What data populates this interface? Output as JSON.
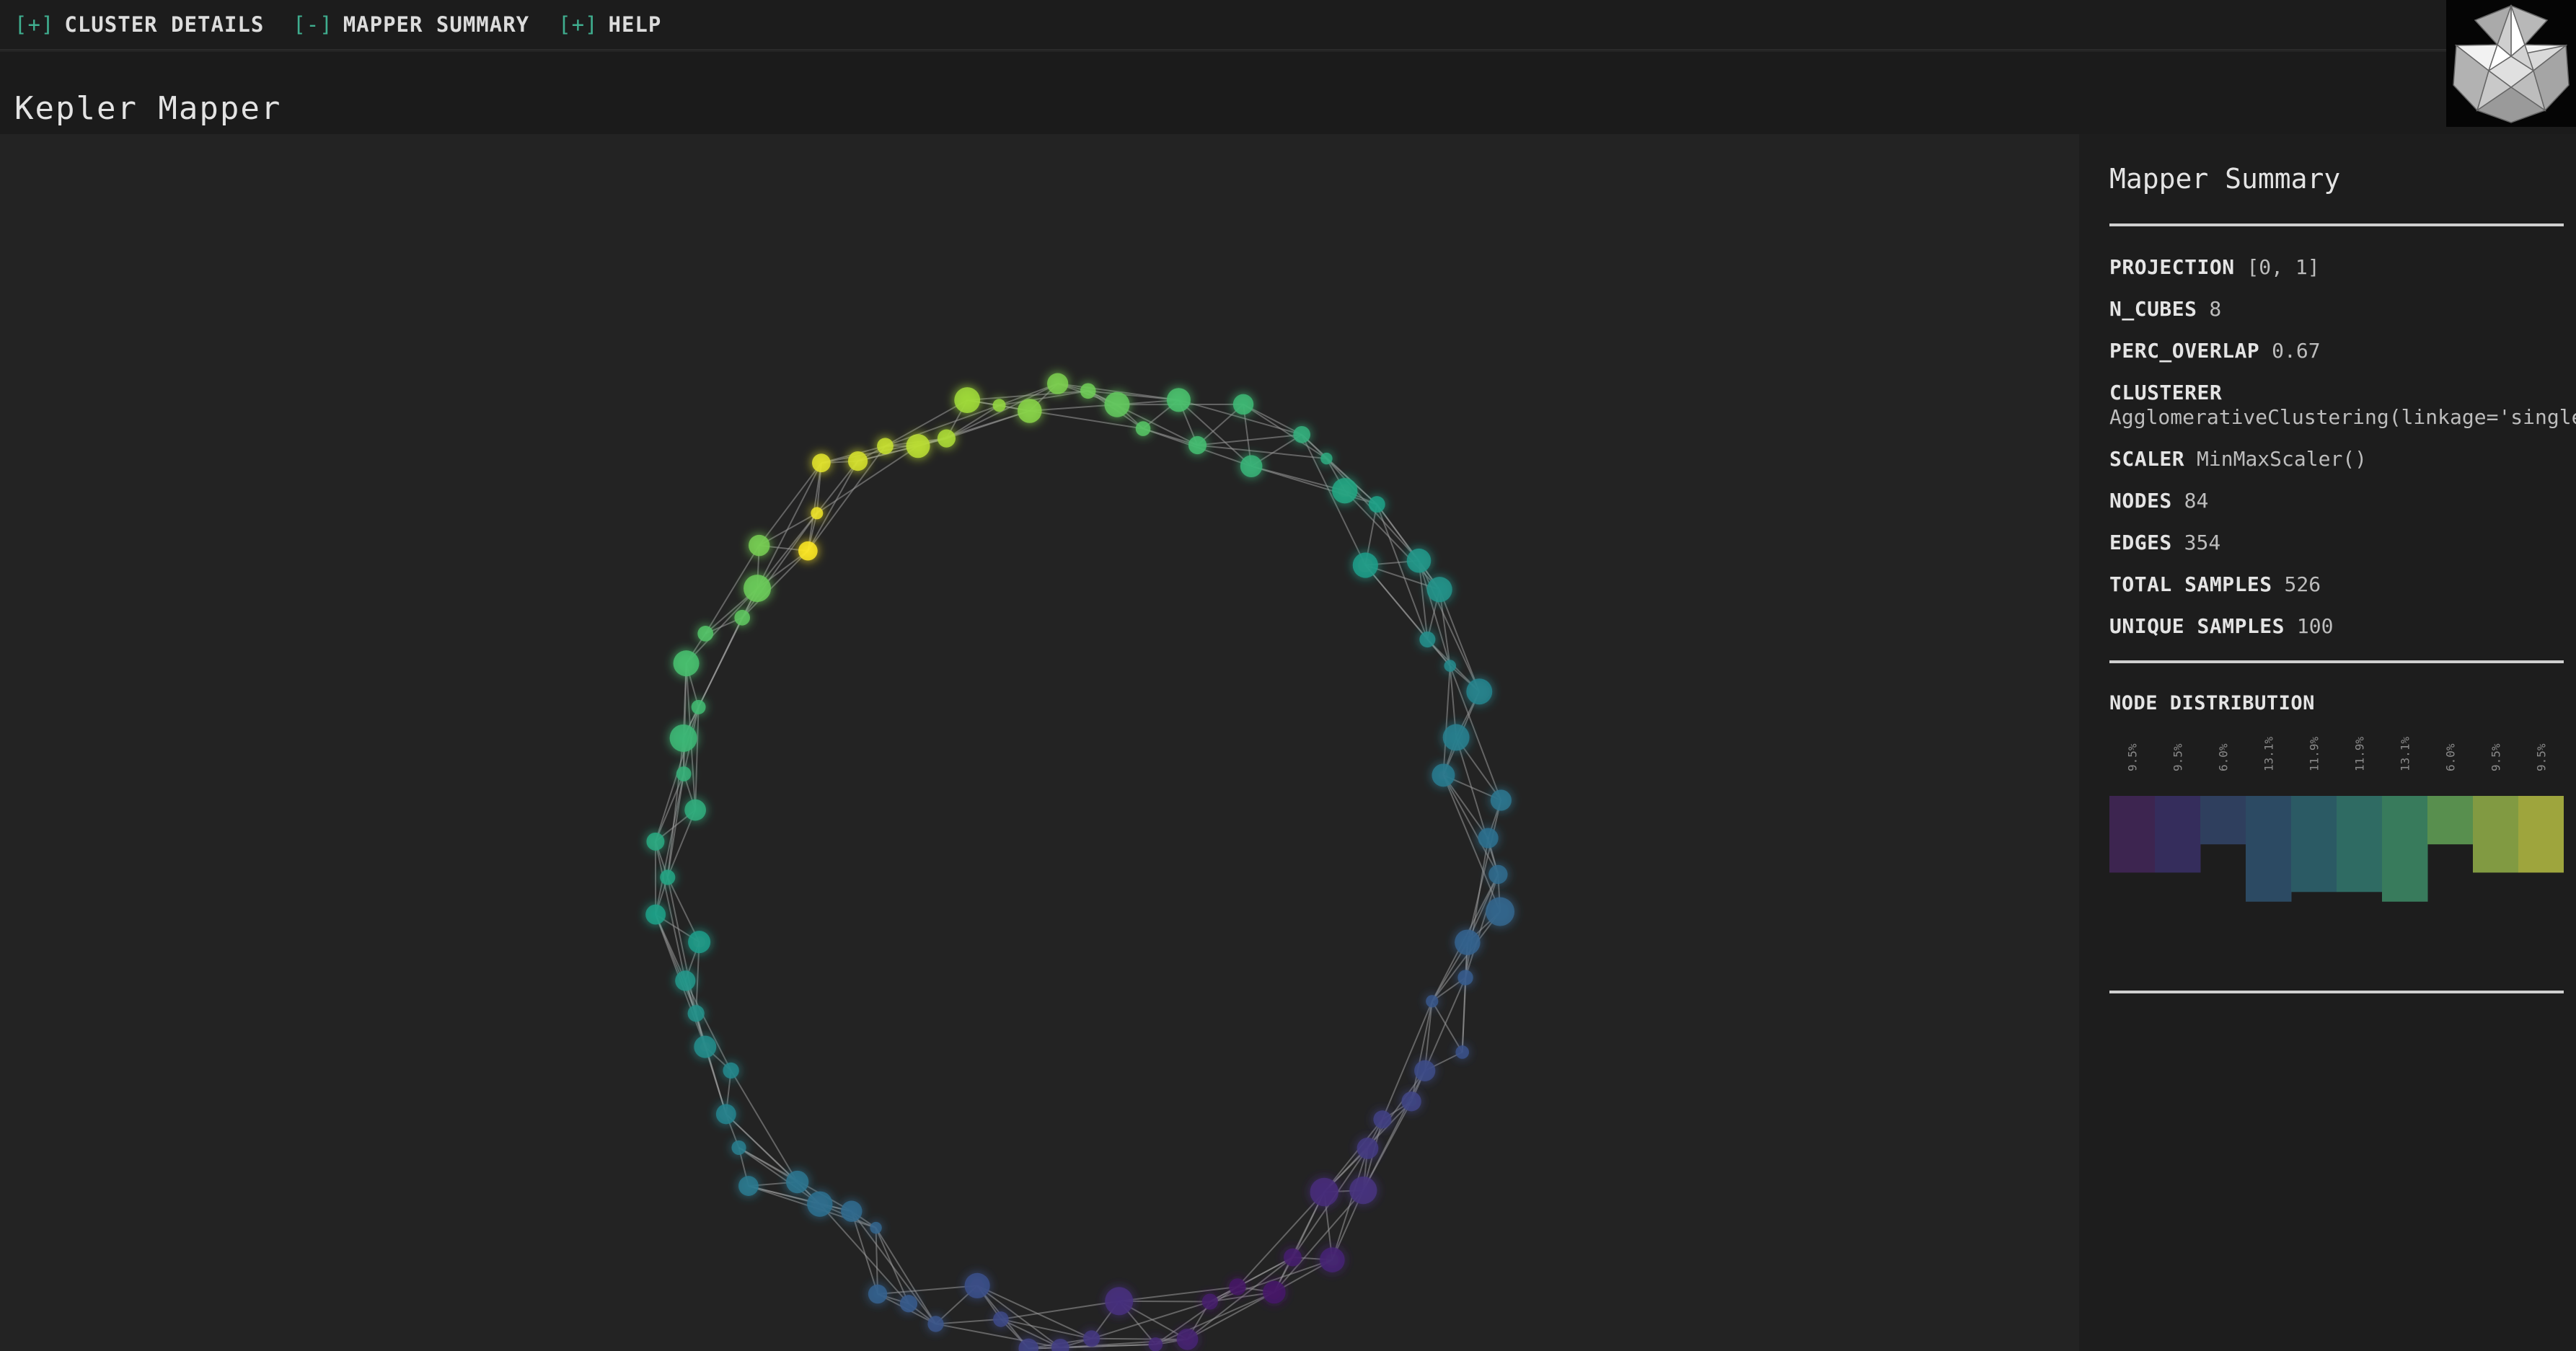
{
  "menu": {
    "items": [
      {
        "toggle": "[+]",
        "label": "CLUSTER DETAILS"
      },
      {
        "toggle": "[-]",
        "label": "MAPPER SUMMARY"
      },
      {
        "toggle": "[+]",
        "label": "HELP"
      }
    ]
  },
  "app": {
    "title": "Kepler Mapper"
  },
  "summary": {
    "title": "Mapper Summary",
    "rows": [
      {
        "key": "PROJECTION",
        "value": "[0, 1]"
      },
      {
        "key": "N_CUBES",
        "value": "8"
      },
      {
        "key": "PERC_OVERLAP",
        "value": "0.67"
      },
      {
        "key": "CLUSTERER",
        "value": "AgglomerativeClustering(linkage='single')"
      },
      {
        "key": "SCALER",
        "value": "MinMaxScaler()"
      },
      {
        "key": "NODES",
        "value": "84"
      },
      {
        "key": "EDGES",
        "value": "354"
      },
      {
        "key": "TOTAL SAMPLES",
        "value": "526"
      },
      {
        "key": "UNIQUE SAMPLES",
        "value": "100"
      }
    ]
  },
  "distribution": {
    "title": "NODE DISTRIBUTION",
    "bars": [
      {
        "label": "9.5%",
        "value": 9.5,
        "color": "#3d2550"
      },
      {
        "label": "9.5%",
        "value": 9.5,
        "color": "#352d5c"
      },
      {
        "label": "6.0%",
        "value": 6.0,
        "color": "#2f3f5e"
      },
      {
        "label": "13.1%",
        "value": 13.1,
        "color": "#2c4a63"
      },
      {
        "label": "11.9%",
        "value": 11.9,
        "color": "#2b5a64"
      },
      {
        "label": "11.9%",
        "value": 11.9,
        "color": "#2f6b63"
      },
      {
        "label": "13.1%",
        "value": 13.1,
        "color": "#387b5c"
      },
      {
        "label": "6.0%",
        "value": 6.0,
        "color": "#588f4e"
      },
      {
        "label": "9.5%",
        "value": 9.5,
        "color": "#819a42"
      },
      {
        "label": "9.5%",
        "value": 9.5,
        "color": "#9ea53d"
      }
    ]
  },
  "colors": {
    "accent": "#3fae8f",
    "background": "#232323",
    "panel": "#1d1d1d",
    "edge": "#9a9a9a"
  },
  "icons": {
    "logo": "polyhedron-logo-icon"
  }
}
